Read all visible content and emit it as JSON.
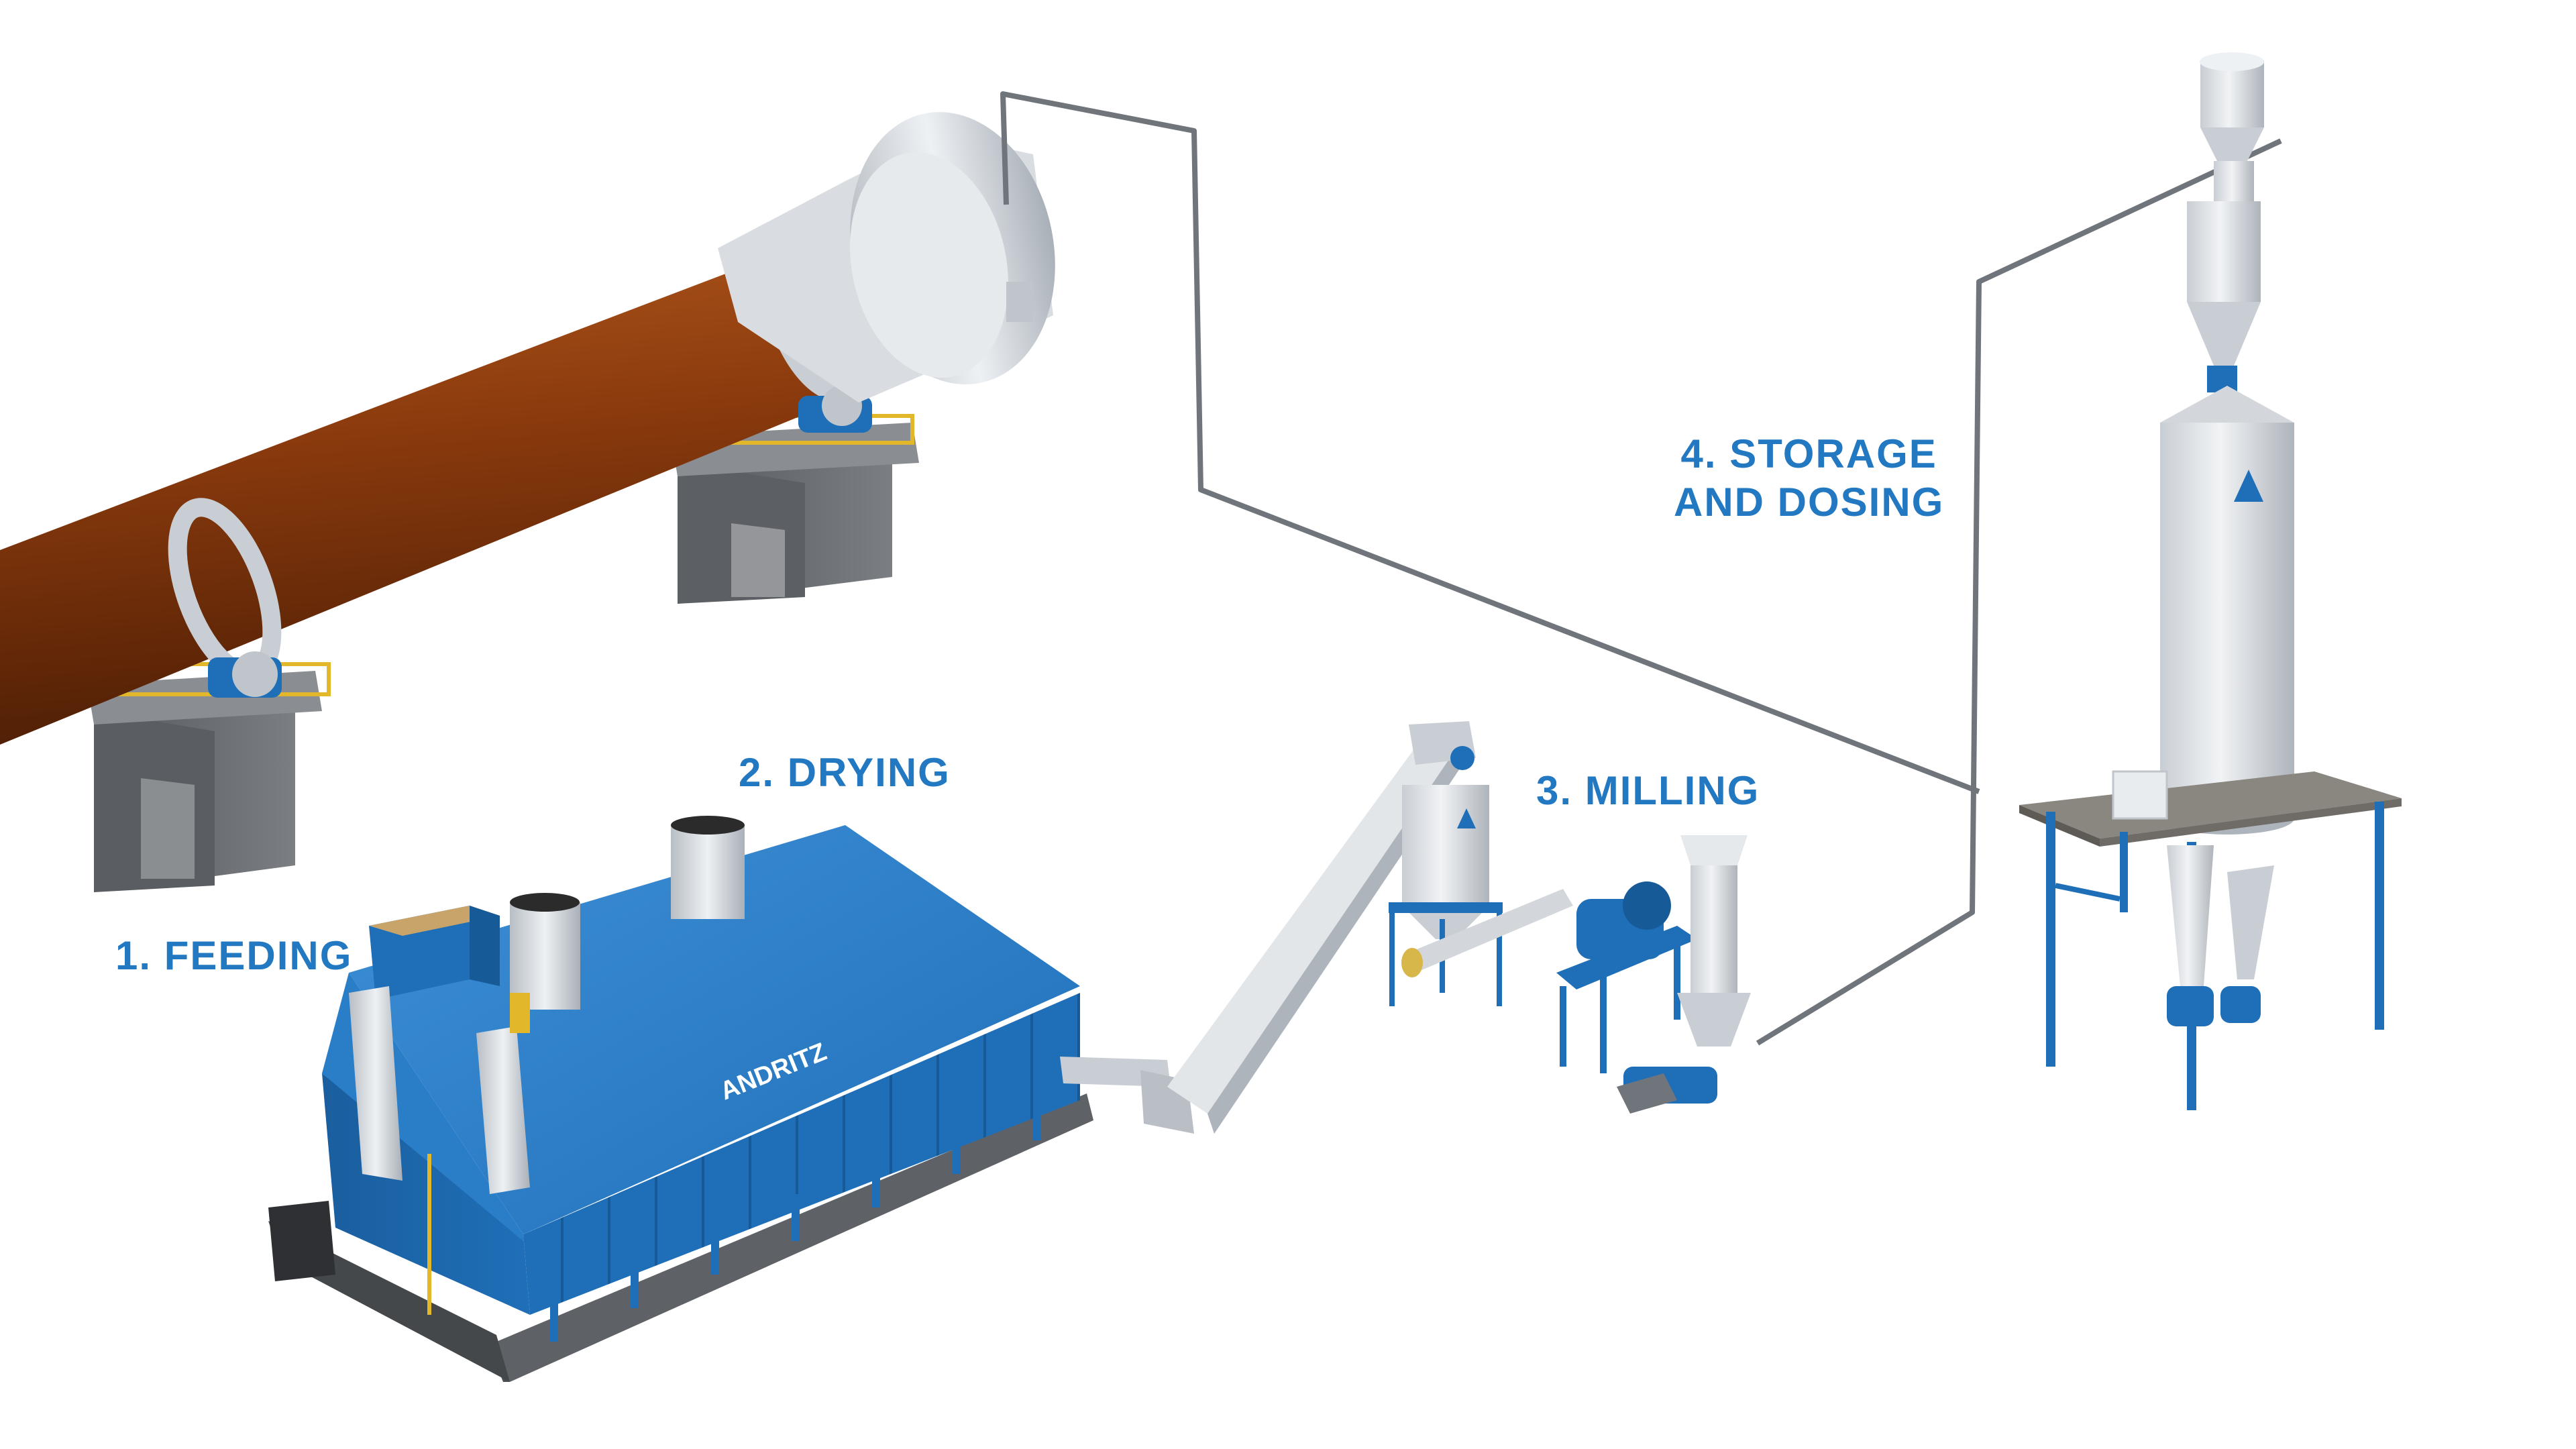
{
  "colors": {
    "accent_blue": "#1f6fb8",
    "label_blue": "#2378c2",
    "kiln_rust": "#8a3a0d",
    "steel_light": "#dfe3e7",
    "concrete": "#6b6e72",
    "safety_yellow": "#e3b72a"
  },
  "stages": {
    "feeding": "1. FEEDING",
    "drying": "2. DRYING",
    "milling": "3. MILLING",
    "storage_line1": "4. STORAGE",
    "storage_line2": "AND DOSING"
  },
  "dryer_logo": "ANDRITZ",
  "icons": {
    "silo_logo": "andritz-a-logo-icon",
    "cyclone_logo": "andritz-a-logo-icon"
  }
}
